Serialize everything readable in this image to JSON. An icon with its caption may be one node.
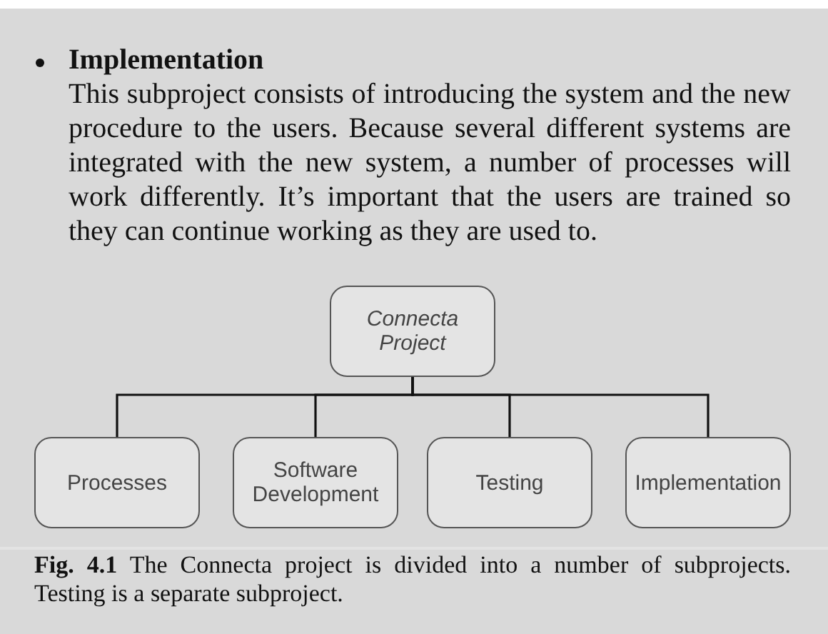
{
  "diagram": {
    "caption": "**Fig. 4.1** The Connecta project is divided into a number of subprojects. Testing is a separate subproject.",
    "nodes": [
      {
        "text": [
          "Connecta Project"
        ]
      },
      {
        "text": [
          "Processes"
        ]
      },
      {
        "text": [
          "Software Development"
        ]
      },
      {
        "text": [
          "Testing"
        ]
      },
      {
        "text": [
          "Implementation"
        ]
      }
    ],
    "edges": [
      {
        "from": 0,
        "to": 1,
        "arrow": "none"
      },
      {
        "from": 0,
        "to": 2,
        "arrow": "none"
      },
      {
        "from": 0,
        "to": 3,
        "arrow": "none"
      },
      {
        "from": 0,
        "to": 4,
        "arrow": "none"
      }
    ],
    "labels": [
      "Implementation",
      "This subproject consists of introducing the system and the new procedure to the users. Because several different systems are integrated with the new system, a number of processes will work differently. It’s important that the users are trained so they can continue working as they are used to."
    ]
  }
}
